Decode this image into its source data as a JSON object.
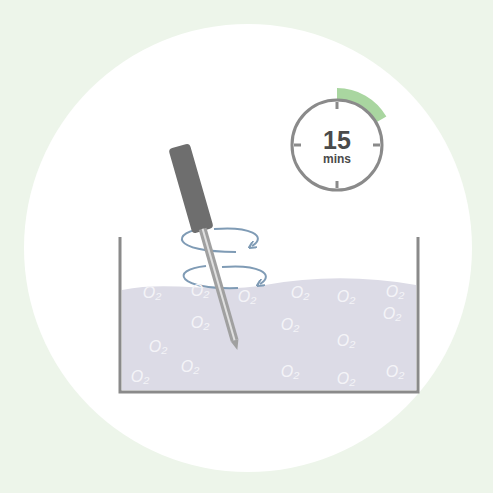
{
  "diagram": {
    "nodes": [
      {
        "text": [
          "15",
          "mins"
        ]
      }
    ],
    "labels": [
      "O₂",
      "O₂",
      "O₂",
      "O₂",
      "O₂",
      "O₂",
      "O₂",
      "O₂",
      "O₂",
      "O₂",
      "O₂",
      "O₂",
      "O₂",
      "O₂",
      "O₂",
      "O₂"
    ]
  }
}
